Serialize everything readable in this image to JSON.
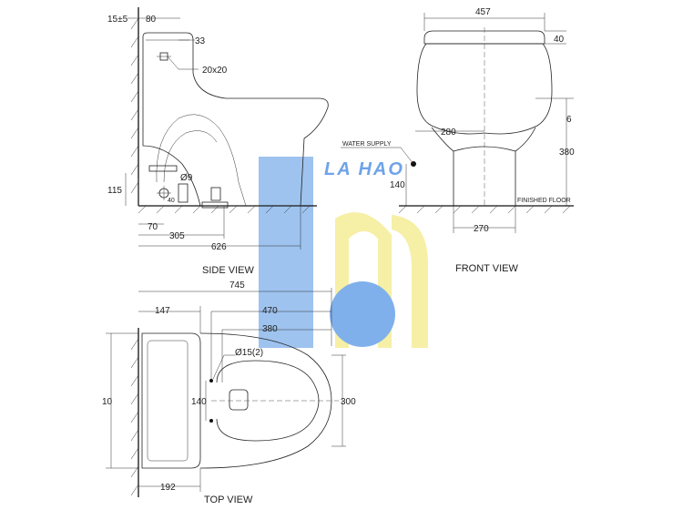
{
  "side_view": {
    "title": "SIDE VIEW",
    "dims": {
      "gap": "15±5",
      "top": "80",
      "d33": "33",
      "d20x20": "20x20",
      "d9": "Ø9",
      "d40": "40",
      "d115": "115",
      "d70": "70",
      "d305": "305",
      "d626": "626"
    }
  },
  "front_view": {
    "title": "FRONT VIEW",
    "water_supply": "WATER SUPPLY",
    "finished_floor": "FINISHED FLOOR",
    "dims": {
      "width": "457",
      "d40": "40",
      "d280": "280",
      "d380": "380",
      "d140": "140",
      "d270": "270",
      "height_partial": "6"
    }
  },
  "top_view": {
    "title": "TOP VIEW",
    "dims": {
      "length": "745",
      "d147": "147",
      "d470": "470",
      "d380": "380",
      "hole": "Ø15(2)",
      "d140": "140",
      "d300": "300",
      "d192": "192",
      "left_partial": "10"
    }
  },
  "watermark": {
    "text": "LA HAO",
    "blue": "#6fa3e8",
    "yellow": "#f6efa6"
  }
}
